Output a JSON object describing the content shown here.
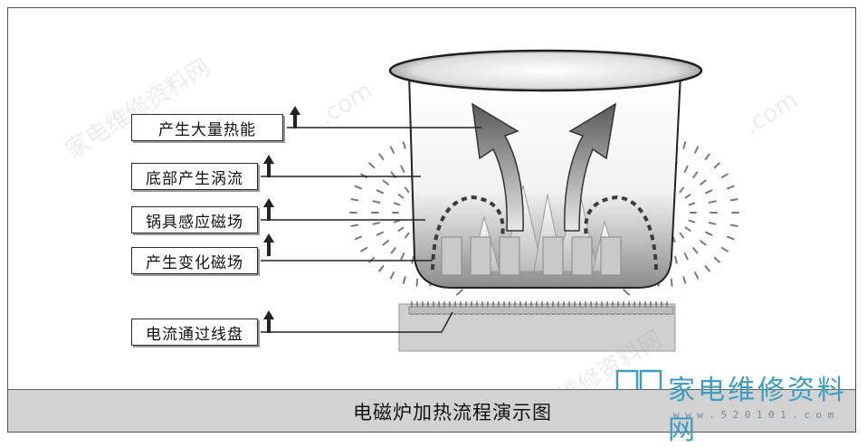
{
  "labels": {
    "heat": "产生大量热能",
    "eddy": "底部产生涡流",
    "induced": "锅具感应磁场",
    "changing": "产生变化磁场",
    "current": "电流通过线盘"
  },
  "caption": "电磁炉加热流程演示图",
  "brand": {
    "name": "家电维修资料网",
    "url": "www.520101.com",
    "color": "#3a9fc0"
  },
  "watermark": {
    "text_cn": "家电维修资料网",
    "text_url": ".com"
  }
}
